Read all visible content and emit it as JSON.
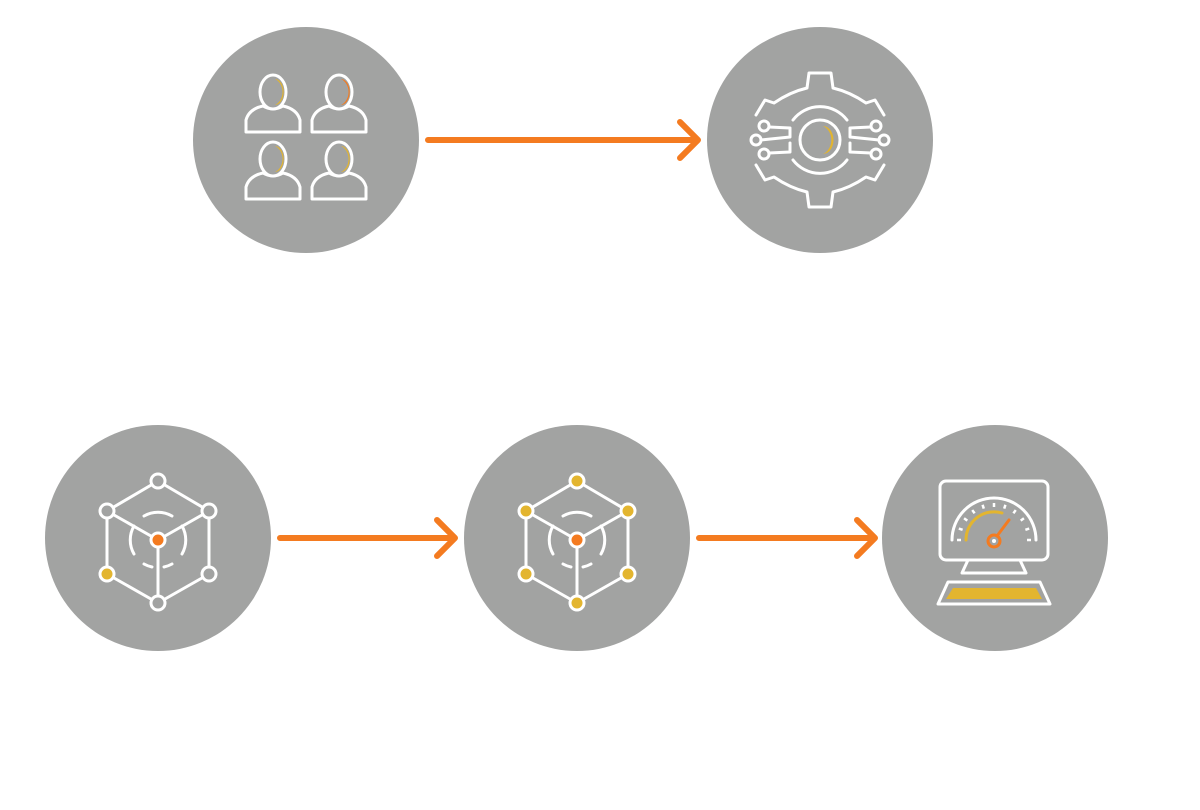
{
  "colors": {
    "circle": "#a2a3a2",
    "arrow": "#f47b20",
    "accent_yellow": "#e3b52f",
    "accent_orange": "#f47b20",
    "line": "#ffffff"
  },
  "nodes": [
    {
      "id": "team",
      "icon": "people-group-icon"
    },
    {
      "id": "processing",
      "icon": "gear-circuit-icon"
    },
    {
      "id": "network-partial",
      "icon": "cube-network-icon",
      "filled_nodes": [
        "lower-left"
      ]
    },
    {
      "id": "network-full",
      "icon": "cube-network-icon",
      "filled_nodes": [
        "top",
        "upper-left",
        "upper-right",
        "lower-left",
        "lower-right",
        "bottom"
      ]
    },
    {
      "id": "dashboard",
      "icon": "monitor-gauge-icon"
    }
  ],
  "connections": [
    {
      "from": "team",
      "to": "processing"
    },
    {
      "from": "network-partial",
      "to": "network-full"
    },
    {
      "from": "network-full",
      "to": "dashboard"
    }
  ]
}
